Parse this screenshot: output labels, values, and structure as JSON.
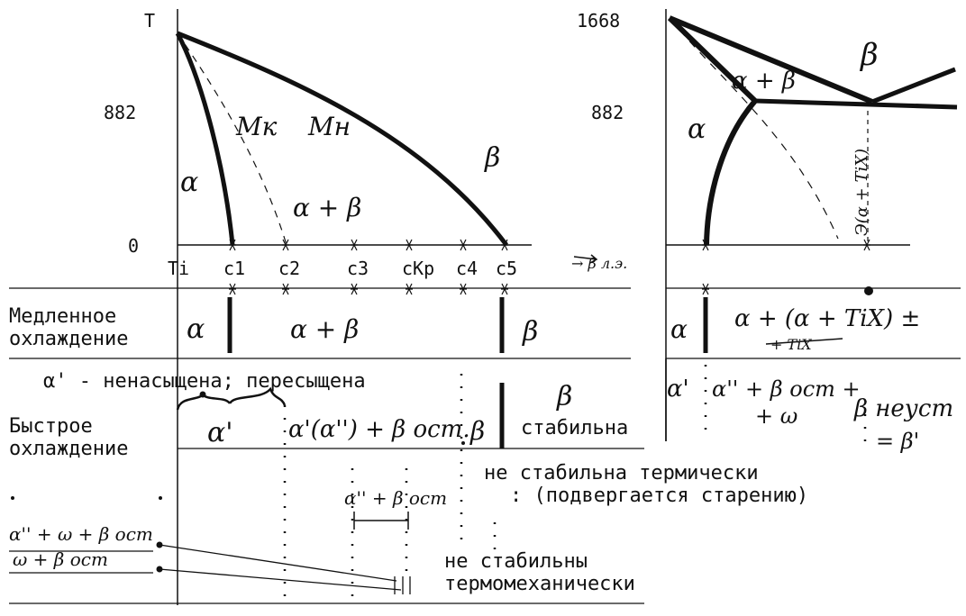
{
  "left_diagram": {
    "y_axis_label": "T",
    "tick_882": "882",
    "tick_0": "0",
    "label_alpha": "α",
    "label_beta": "β",
    "label_alpha_beta": "α + β",
    "label_mk": "Mк",
    "label_mn": "Mн",
    "x_labels": [
      "Ti",
      "c1",
      "c2",
      "c3",
      "cКр",
      "c4",
      "c5"
    ],
    "x_axis_suffix": "→ β л.э."
  },
  "right_diagram": {
    "tick_1668": "1668",
    "tick_882": "882",
    "label_beta": "β",
    "label_alpha_beta": "α + β",
    "label_alpha": "α",
    "label_eutectoid": "Э(α + TiX)"
  },
  "rows": {
    "slow_cooling_line1": "Медленное",
    "slow_cooling_line2": "охлаждение",
    "fast_cooling_line1": "Быстрое",
    "fast_cooling_line2": "охлаждение"
  },
  "slow_cells": {
    "alpha": "α",
    "alpha_beta": "α + β",
    "beta": "β",
    "right_alpha": "α",
    "right_mix": "α + (α + TiX) ±",
    "right_mix_sub": "+ TiX"
  },
  "fast_cells": {
    "alpha_prime_note": "α' - ненасыщена; пересыщена",
    "alpha_prime": "α'",
    "alpha_pp_beta": "α'(α'') + β ост.",
    "beta_small": "β",
    "beta_top": "β",
    "stable": "стабильна",
    "right_alpha_prime": "α'",
    "right_mix_top": "α'' + β ост +",
    "right_mix_bottom": "+ ω",
    "right_beta_meta": "β неуст",
    "right_beta_prime": "= β'"
  },
  "notes": {
    "not_stable_thermal_1": "не стабильна термически",
    "not_stable_thermal_2": ": (подвергается старению)",
    "alpha_pp_beta_ost": "α'' + β ост",
    "not_stable_thermomech_1": "не стабильны",
    "not_stable_thermomech_2": "термомеханически",
    "mix_1": "α'' + ω + β ост",
    "mix_2": "ω + β ост"
  }
}
